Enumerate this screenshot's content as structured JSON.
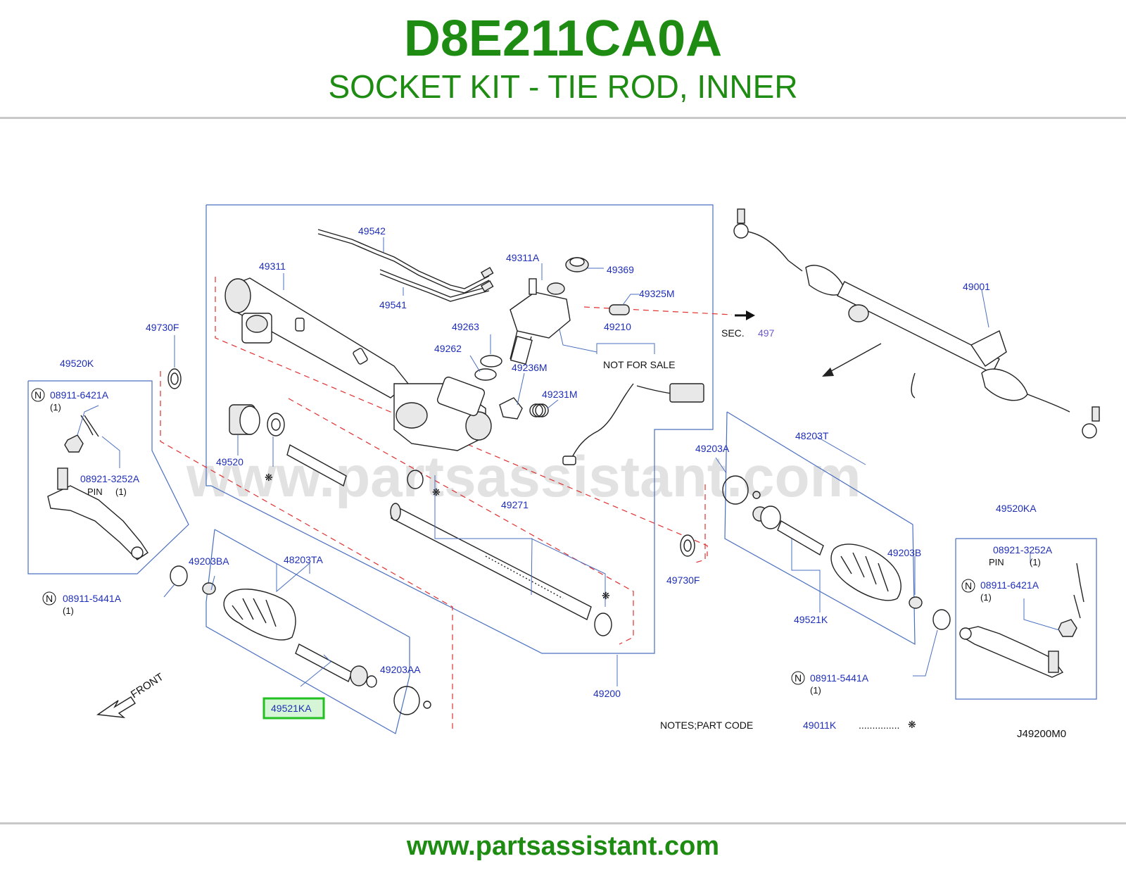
{
  "header": {
    "part_number": "D8E211CA0A",
    "part_name": "SOCKET KIT - TIE ROD, INNER"
  },
  "footer": {
    "url": "www.partsassistant.com"
  },
  "watermark": "www.partsassistant.com",
  "colors": {
    "title_green": "#1e8c12",
    "label_blue": "#1f2fb8",
    "highlight_green": "#22c022",
    "leader_blue": "#4a6fc0",
    "dashed_red": "#e03030"
  },
  "callouts": {
    "c49542": "49542",
    "c49311A": "49311A",
    "c49369": "49369",
    "c49311": "49311",
    "c49325M": "49325M",
    "c49541": "49541",
    "c49263": "49263",
    "c49210": "49210",
    "c49262": "49262",
    "c49236M": "49236M",
    "c49231M": "49231M",
    "c49730F_top": "49730F",
    "c49520K": "49520K",
    "c08911_6421A_l": "08911-6421A",
    "qty_l1": "(1)",
    "c08921_3252A_l": "08921-3252A",
    "pin_l": "PIN",
    "qty_l2": "(1)",
    "c49520": "49520",
    "c49271": "49271",
    "c49203BA": "49203BA",
    "c48203TA": "48203TA",
    "c08911_5441A_l": "08911-5441A",
    "qty_l3": "(1)",
    "c49203AA": "49203AA",
    "c49521KA": "49521KA",
    "c49200": "49200",
    "c49001": "49001",
    "c48203T": "48203T",
    "c49203A": "49203A",
    "c49203B": "49203B",
    "c49730F_mid": "49730F",
    "c49521K": "49521K",
    "c49520KA": "49520KA",
    "c08921_3252A_r": "08921-3252A",
    "pin_r": "PIN",
    "qty_r1": "(1)",
    "c08911_6421A_r": "08911-6421A",
    "qty_r2": "(1)",
    "c08911_5441A_r": "08911-5441A",
    "qty_r3": "(1)",
    "sec_label": "SEC.",
    "sec_num": "497",
    "not_for_sale": "NOT   FOR   SALE",
    "front": "FRONT",
    "n_badge": "N",
    "notes_label": "NOTES;PART   CODE",
    "notes_code": "49011K",
    "notes_dots": "...............",
    "asterisk": "❋",
    "diagram_code": "J49200M0"
  }
}
